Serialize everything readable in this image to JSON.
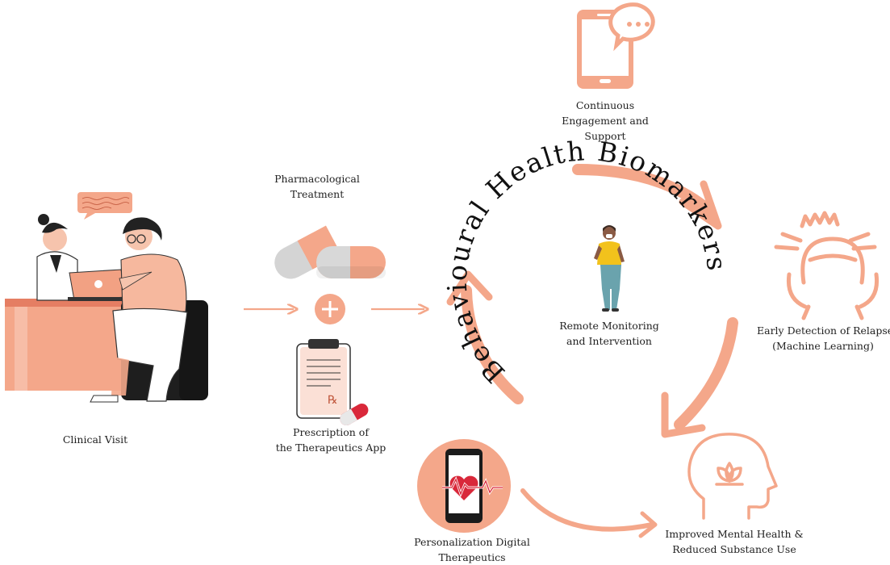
{
  "labels": {
    "clinical_visit": "Clinical Visit",
    "pharmacological_1": "Pharmacological",
    "pharmacological_2": "Treatment",
    "prescription_1": "Prescription of",
    "prescription_2": "the Therapeutics App",
    "engagement_1": "Continuous",
    "engagement_2": "Engagement and",
    "engagement_3": "Support",
    "remote_1": "Remote Monitoring",
    "remote_2": "and Intervention",
    "relapse_1": "Early Detection of Relapse",
    "relapse_2": "(Machine Learning)",
    "personalization_1": "Personalization Digital",
    "personalization_2": "Therapeutics",
    "improved_1": "Improved Mental Health &",
    "improved_2": "Reduced Substance Use"
  },
  "center_ring_text": "Behavioural Health Biomarkers",
  "icons": {
    "clinical": "doctor-patient-laptop-icon",
    "pills": "capsule-pills-icon",
    "plus": "plus-circle-icon",
    "clipboard": "prescription-clipboard-icon",
    "phone": "phone-chat-icon",
    "person": "standing-person-icon",
    "relapse": "stressed-head-icon",
    "heart": "heartbeat-phone-icon",
    "head": "lotus-head-icon"
  },
  "colors": {
    "accent": "#f4a78a",
    "accent_dark": "#e8856a",
    "dark": "#222222"
  }
}
